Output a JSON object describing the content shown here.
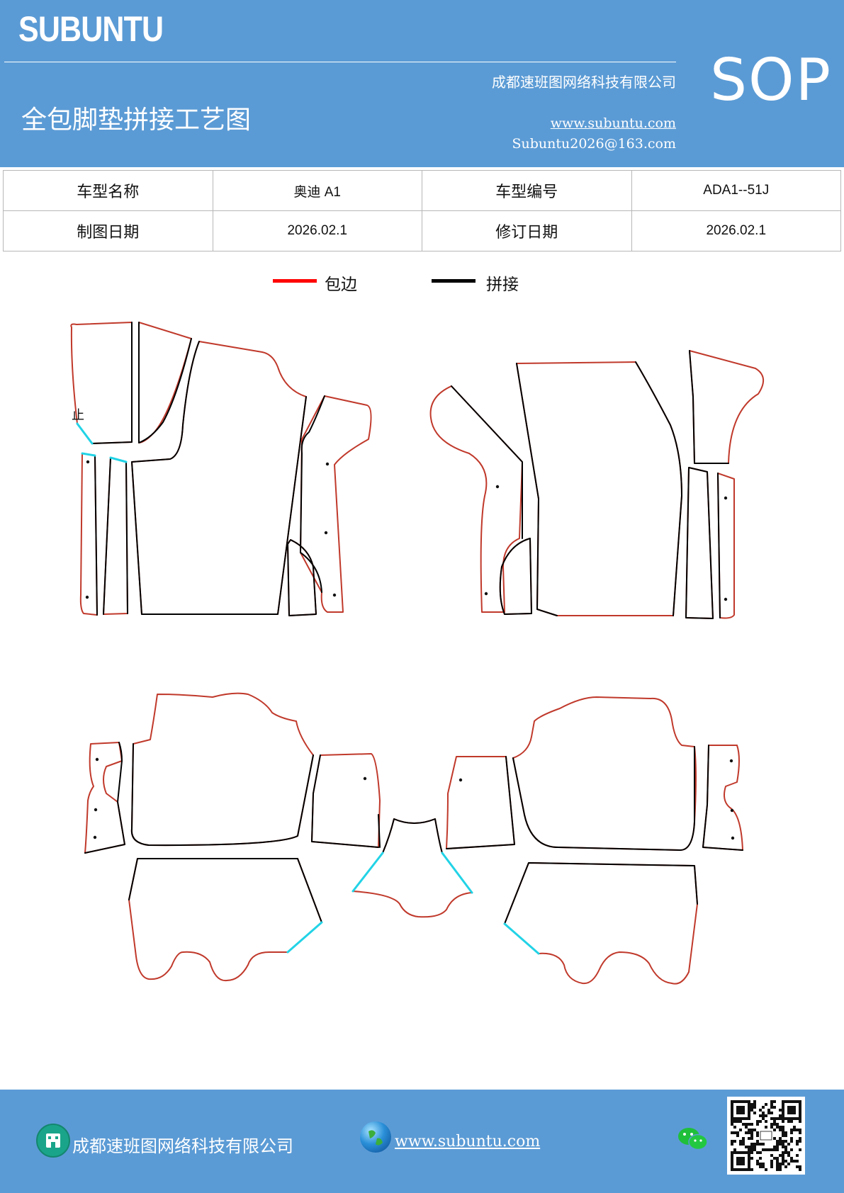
{
  "header": {
    "brand": "SUBUNTU",
    "company": "成都速班图网络科技有限公司",
    "title": "全包脚垫拼接工艺图",
    "website": "www.subuntu.com",
    "email": "Subuntu2026@163.com",
    "badge": "SOP"
  },
  "info_table": {
    "rows": [
      {
        "label1": "车型名称",
        "value1": "奥迪 A1",
        "label2": "车型编号",
        "value2": "ADA1--51J"
      },
      {
        "label1": "制图日期",
        "value1": "2026.02.1",
        "label2": "修订日期",
        "value2": "2026.02.1"
      }
    ]
  },
  "legend": [
    {
      "label": "包边",
      "color": "#ff0000"
    },
    {
      "label": "拼接",
      "color": "#000000"
    }
  ],
  "diagram": {
    "mark": "止",
    "colors": {
      "edge": "#c0392b",
      "seam": "#000000",
      "highlight": "#22d3e6"
    }
  },
  "footer": {
    "company": "成都速班图网络科技有限公司",
    "website": "www.subuntu.com",
    "icons": [
      "building-icon",
      "globe-icon",
      "wechat-icon",
      "qr-code"
    ]
  }
}
